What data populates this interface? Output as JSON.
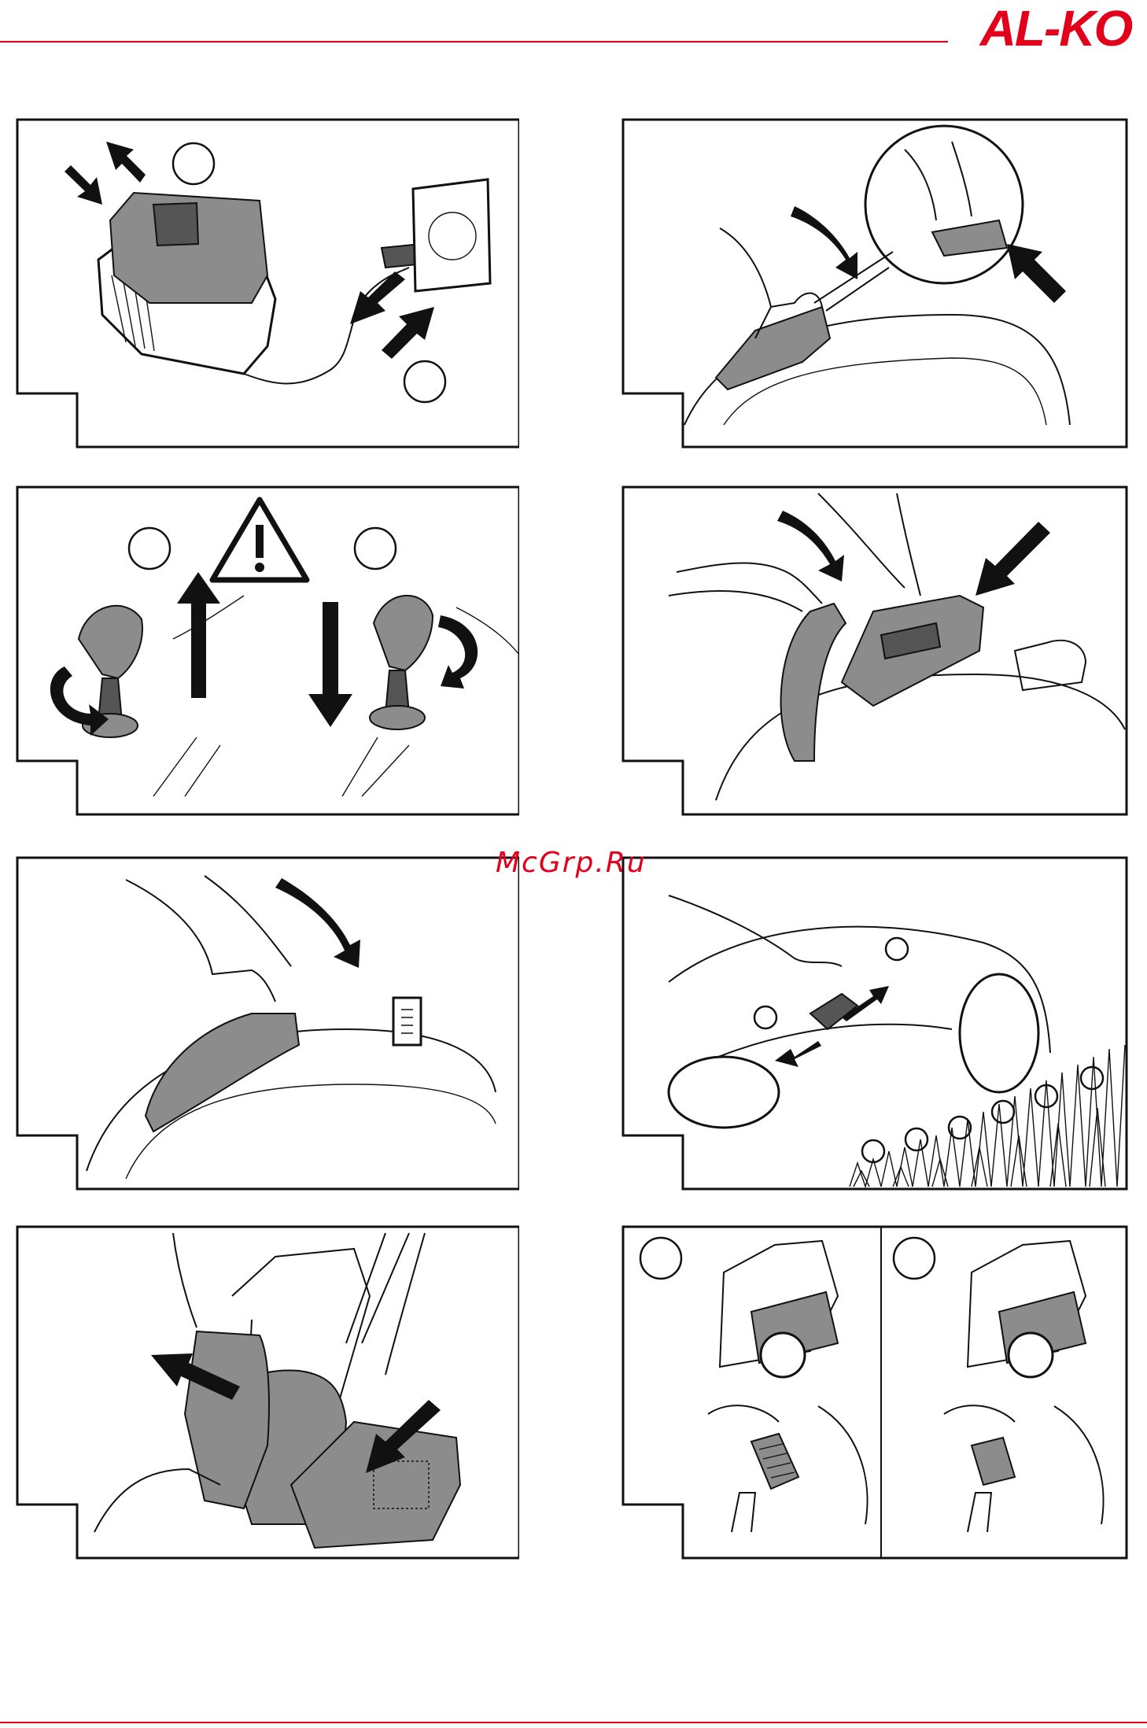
{
  "header": {
    "logo_text": "AL-KO",
    "brand_color": "#e2001a"
  },
  "watermark": {
    "text": "McGrp.Ru"
  },
  "panels": [
    {
      "id": "charger-plug",
      "icons": [
        "battery-icon",
        "charger-icon",
        "wall-socket-icon",
        "plug-icon"
      ]
    },
    {
      "id": "battery-cover-open",
      "icons": [
        "hand-icon",
        "cover-latch-icon"
      ]
    },
    {
      "id": "safety-key",
      "icons": [
        "warning-triangle-icon",
        "safety-key-icon"
      ]
    },
    {
      "id": "battery-insert",
      "icons": [
        "hand-icon",
        "battery-icon"
      ]
    },
    {
      "id": "battery-cover-close",
      "icons": [
        "hand-icon",
        "cover-icon"
      ]
    },
    {
      "id": "cutting-height",
      "icons": [
        "height-lever-icon",
        "grass-icon"
      ]
    },
    {
      "id": "grass-box-attach",
      "icons": [
        "grass-box-icon",
        "handle-icon"
      ]
    },
    {
      "id": "mulch-insert",
      "icons": [
        "mower-icon",
        "mulch-plug-icon"
      ]
    }
  ]
}
